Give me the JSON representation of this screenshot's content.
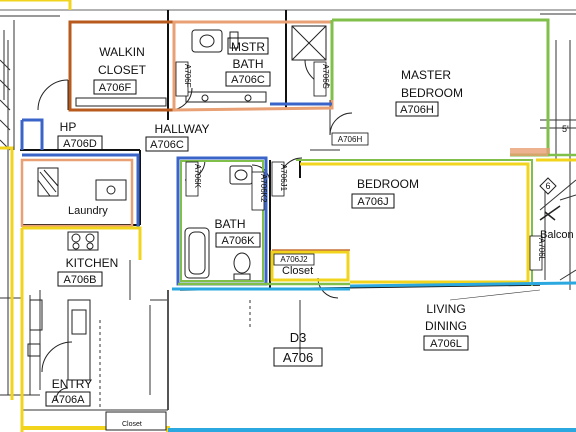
{
  "unit": {
    "name": "D3",
    "number": "A706"
  },
  "rooms": {
    "walkin_closet": {
      "name_line1": "WALKIN",
      "name_line2": "CLOSET",
      "number": "A706F"
    },
    "master_bath": {
      "name_line1": "MSTR",
      "name_line2": "BATH",
      "number": "A706C"
    },
    "master_bedroom": {
      "name_line1": "MASTER",
      "name_line2": "BEDROOM",
      "number": "A706H"
    },
    "hp": {
      "name": "HP",
      "number": "A706D"
    },
    "hallway": {
      "name": "HALLWAY",
      "number": "A706C"
    },
    "bedroom": {
      "name": "BEDROOM",
      "number": "A706J"
    },
    "bath": {
      "name": "BATH",
      "number": "A706K"
    },
    "kitchen": {
      "name": "KITCHEN",
      "number": "A706B"
    },
    "living_dining": {
      "name_line1": "LIVING",
      "name_line2": "DINING",
      "number": "A706L"
    },
    "entry": {
      "name": "ENTRY",
      "number": "A706A"
    }
  },
  "door_tags": {
    "walkin_door": "A706F",
    "bath_door": "A706G",
    "master_door": "A706H",
    "bath2_door": "A706K",
    "bath2_door2": "A706K2",
    "bedroom_door": "A706J1",
    "closet_door": "A706J2",
    "living_door": "A706L"
  },
  "annotations": {
    "laundry": "Laundry",
    "closet": "Closet",
    "closet_small": "Closet",
    "balcony": "Balcon",
    "dimension": "5'",
    "grid_mark": "6"
  },
  "colors": {
    "yellow": "#f2d41c",
    "blue": "#3a64c8",
    "cyan": "#2ba8e0",
    "green": "#7fbf4a",
    "orange": "#c8743c",
    "salmon": "#e8a074"
  }
}
